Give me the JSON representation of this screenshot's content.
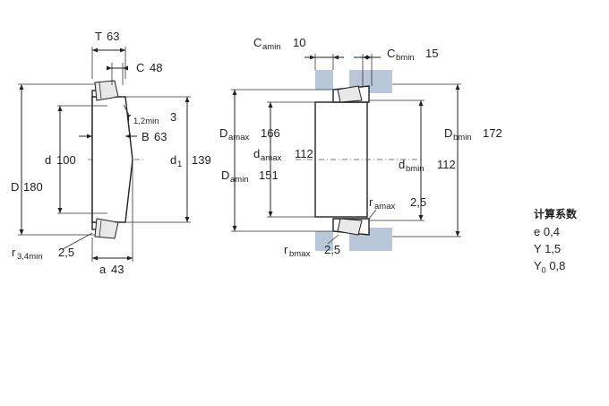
{
  "left_view": {
    "T": {
      "sym": "T",
      "val": "63"
    },
    "C": {
      "sym": "C",
      "val": "48"
    },
    "r12": {
      "sym": "r",
      "sub": "1,2min",
      "val": "3"
    },
    "B": {
      "sym": "B",
      "val": "63"
    },
    "d": {
      "sym": "d",
      "val": "100"
    },
    "d1": {
      "sym": "d",
      "sub": "1",
      "val": "139"
    },
    "D": {
      "sym": "D",
      "val": "180"
    },
    "r34": {
      "sym": "r",
      "sub": "3,4min",
      "val": "2,5"
    },
    "a": {
      "sym": "a",
      "val": "43"
    }
  },
  "right_view": {
    "Camin": {
      "sym": "C",
      "sub": "amin",
      "val": "10"
    },
    "Cbmin": {
      "sym": "C",
      "sub": "bmin",
      "val": "15"
    },
    "Damax": {
      "sym": "D",
      "sub": "amax",
      "val": "166"
    },
    "damax": {
      "sym": "d",
      "sub": "amax",
      "val": "112"
    },
    "Damin": {
      "sym": "D",
      "sub": "amin",
      "val": "151"
    },
    "Dbmin": {
      "sym": "D",
      "sub": "bmin",
      "val": "172"
    },
    "dbmin": {
      "sym": "d",
      "sub": "bmin",
      "val": "112"
    },
    "ramax": {
      "sym": "r",
      "sub": "amax",
      "val": "2,5"
    },
    "rbmax": {
      "sym": "r",
      "sub": "bmax",
      "val": "2,5"
    }
  },
  "calc_factors": {
    "title": "计算系数",
    "e": {
      "sym": "e",
      "val": "0,4"
    },
    "Y": {
      "sym": "Y",
      "val": "1,5"
    },
    "Y0": {
      "sym": "Y",
      "sub": "0",
      "val": "0,8"
    }
  },
  "colors": {
    "abutment": "#b8c8d8",
    "line": "#222222"
  }
}
